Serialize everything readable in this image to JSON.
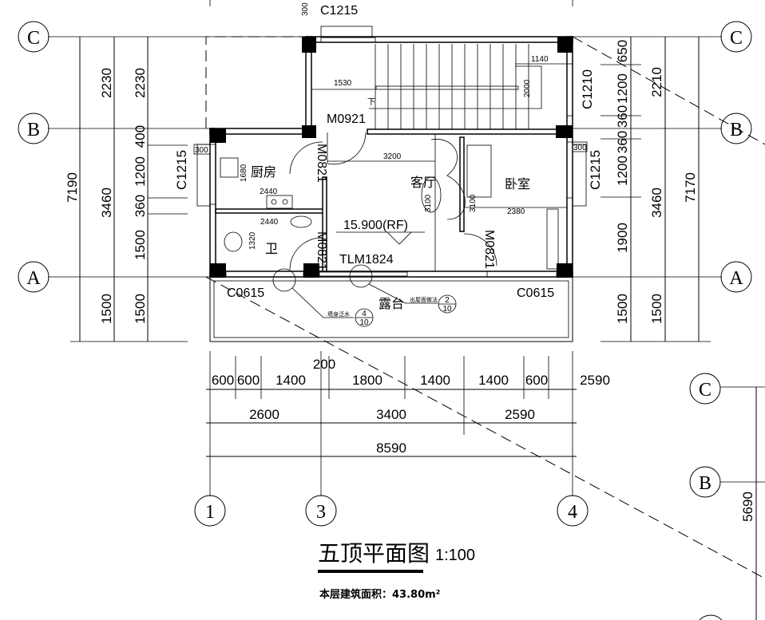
{
  "axes": {
    "C": "C",
    "B": "B",
    "A": "A",
    "n1": "1",
    "n3": "3",
    "n4": "4"
  },
  "left_dims": {
    "total": "7190",
    "col2": [
      "2230",
      "3460",
      "1500"
    ],
    "col3": [
      "2230",
      "400",
      "1200",
      "360",
      "1500",
      "1500"
    ],
    "window": "C1215"
  },
  "right_dims": {
    "col1": [
      "650",
      "1200",
      "360",
      "360",
      "1200",
      "1900",
      "1500"
    ],
    "col2": [
      "2210",
      "3460",
      "1500"
    ],
    "total": "7170",
    "window_top": "C1210",
    "window_mid": "C1215"
  },
  "bottom_dims": {
    "row1": [
      "600",
      "600",
      "1400",
      "200",
      "1800",
      "1400",
      "1400",
      "600",
      "2590"
    ],
    "row2": [
      "2600",
      "3400",
      "2590"
    ],
    "row3": "8590"
  },
  "rooms": {
    "kitchen": "厨房",
    "living": "客厅",
    "bedroom": "卧室",
    "bath": "卫",
    "terrace": "露台"
  },
  "labels": {
    "c1215_top": "C1215",
    "top_300": "300",
    "m0921": "M0921",
    "m0821_a": "M0821",
    "m0821_b": "M0821",
    "m0821_c": "M0821",
    "tlm1824": "TLM1824",
    "c0615_left": "C0615",
    "c0615_right": "C0615",
    "elevation": "15.900(RF)",
    "d1530": "1530",
    "d1140": "1140",
    "d2000": "2000",
    "d3200": "3200",
    "d2440a": "2440",
    "d2440b": "2440",
    "d1680": "1680",
    "d1320": "1320",
    "d3100a": "3100",
    "d3100b": "3100",
    "d2380": "2380",
    "w300_left": "300",
    "w300_right": "300",
    "stair_down": "下"
  },
  "callouts": [
    {
      "note": "墙身泛水",
      "num": "4",
      "sheet": "10"
    },
    {
      "note": "出屋面做法",
      "num": "2",
      "sheet": "10"
    }
  ],
  "title": {
    "name": "五顶平面图",
    "scale": "1:100",
    "area": "本层建筑面积：43.80m²"
  },
  "partial_plan": {
    "C": "C",
    "B": "B",
    "dim": "5690"
  }
}
